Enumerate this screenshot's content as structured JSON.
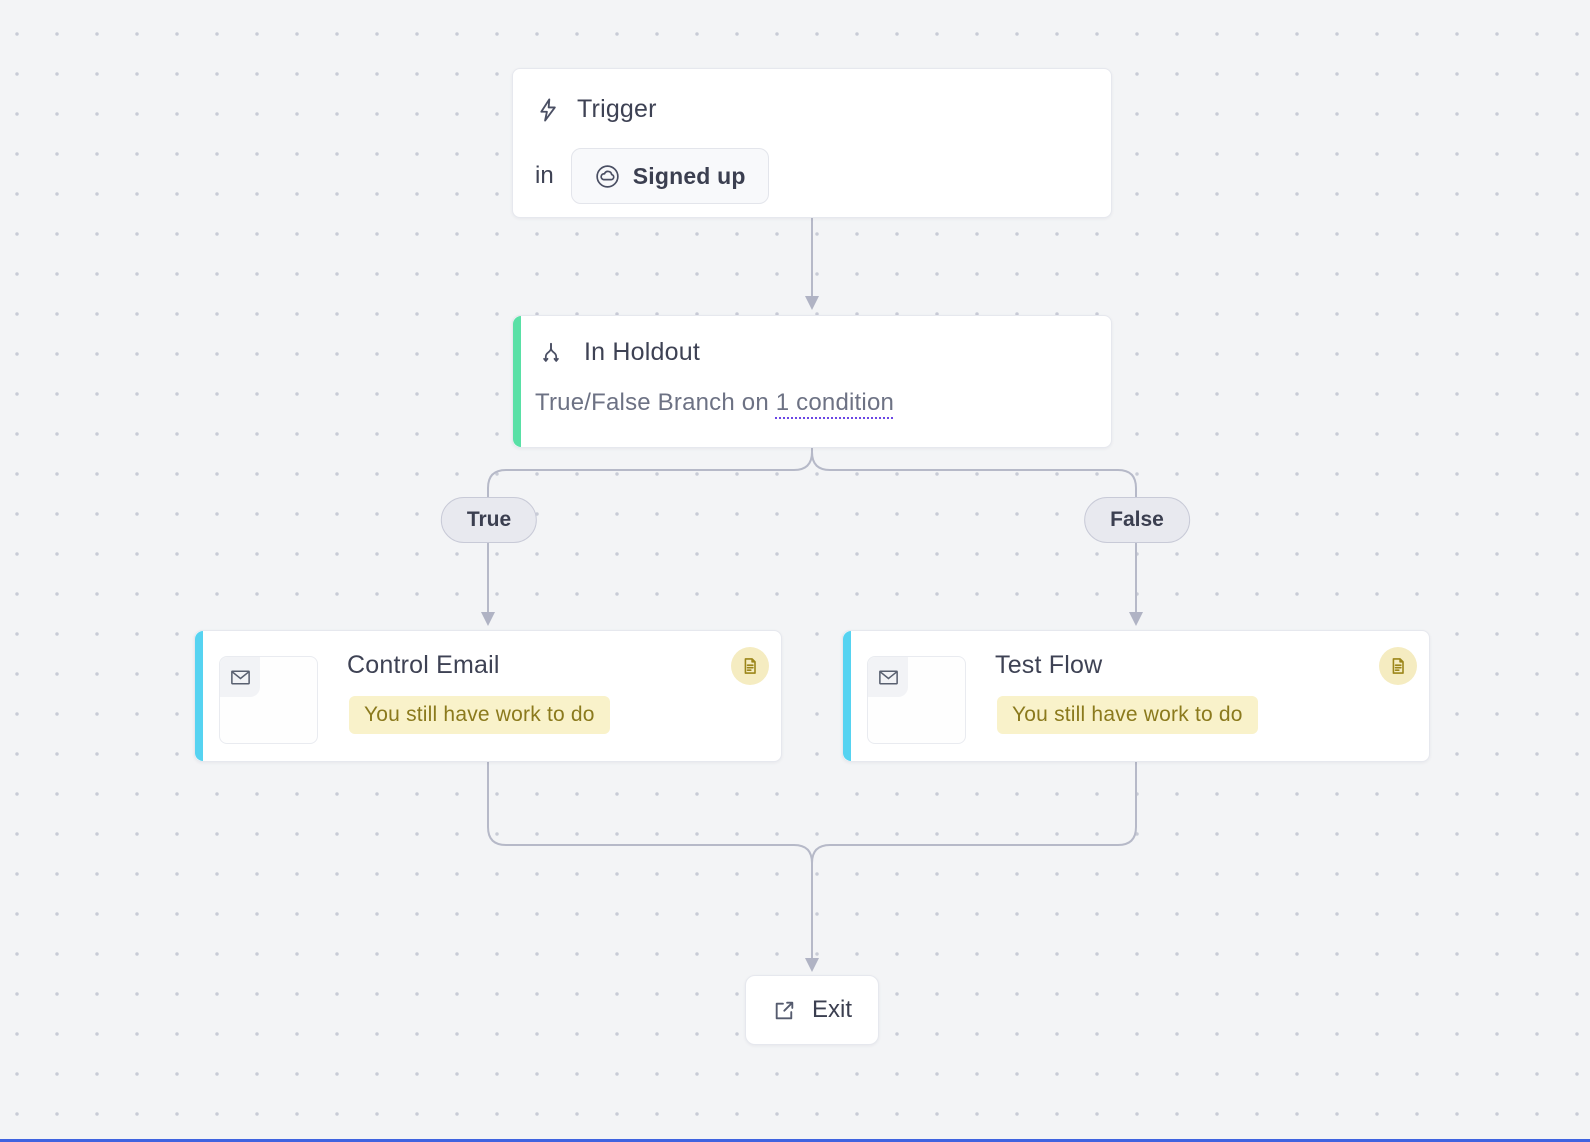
{
  "canvas": {
    "background": "#f3f4f6",
    "dot_color": "#c8cbd6",
    "connector_color": "#b6b9c8",
    "bottom_bar_color": "#3f63e0"
  },
  "trigger": {
    "icon": "lightning-icon",
    "title": "Trigger",
    "prefix": "in",
    "event": {
      "icon": "cloud-circle-icon",
      "label": "Signed up"
    }
  },
  "holdout": {
    "icon": "branch-icon",
    "title": "In Holdout",
    "description_prefix": "True/False Branch on ",
    "condition_link": "1 condition",
    "accent_color": "#59e0a6"
  },
  "branches": {
    "true_label": "True",
    "false_label": "False"
  },
  "email_nodes": [
    {
      "icon": "envelope-icon",
      "title": "Control Email",
      "warning": "You still have work to do",
      "badge_icon": "document-icon",
      "accent_color": "#56d3f1"
    },
    {
      "icon": "envelope-icon",
      "title": "Test Flow",
      "warning": "You still have work to do",
      "badge_icon": "document-icon",
      "accent_color": "#56d3f1"
    }
  ],
  "exit": {
    "icon": "external-link-icon",
    "label": "Exit"
  }
}
